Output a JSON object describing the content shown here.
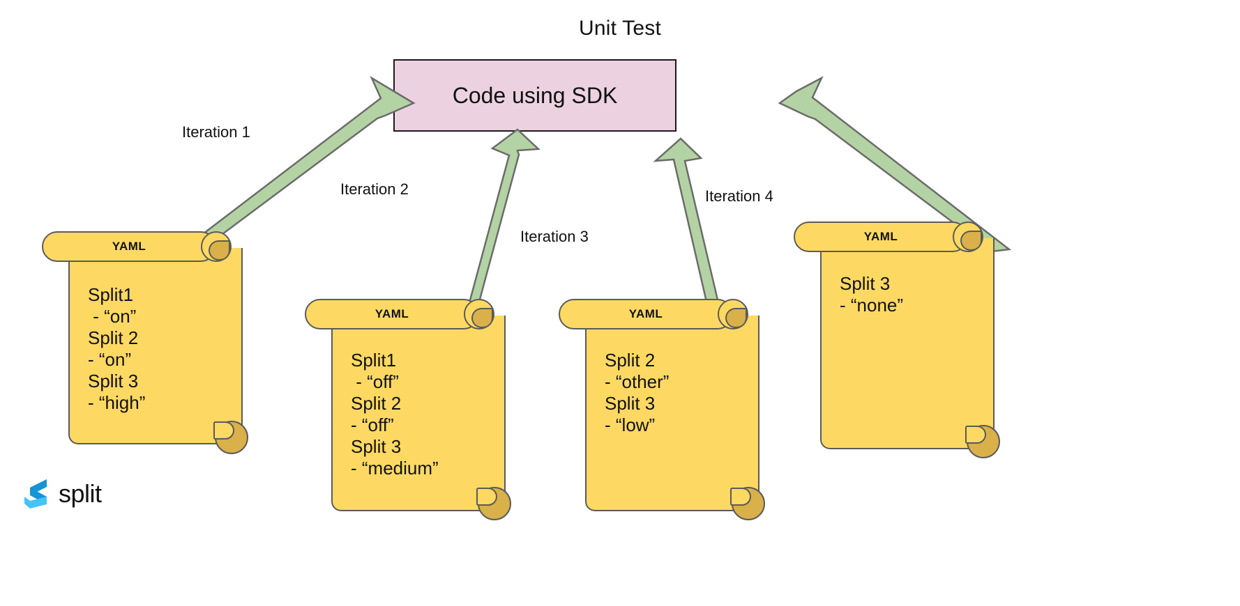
{
  "title": "Unit Test",
  "central_box": {
    "label": "Code using SDK",
    "fill": "#ecd2e0",
    "stroke": "#1a1a1a"
  },
  "arrow_color": "#b4d3a4",
  "arrow_stroke": "#6b6b6b",
  "arrows": [
    {
      "label": "Iteration 1"
    },
    {
      "label": "Iteration 2"
    },
    {
      "label": "Iteration 3"
    },
    {
      "label": "Iteration 4"
    }
  ],
  "scrolls": [
    {
      "header": "YAML",
      "lines": "Split1\n - “on”\nSplit 2\n- “on”\nSplit 3\n- “high”"
    },
    {
      "header": "YAML",
      "lines": "Split1\n - “off”\nSplit 2\n- “off”\nSplit 3\n- “medium”"
    },
    {
      "header": "YAML",
      "lines": "Split 2\n- “other”\nSplit 3\n- “low”"
    },
    {
      "header": "YAML",
      "lines": "Split 3\n- “none”"
    }
  ],
  "logo": {
    "word": "split",
    "color_dark": "#1594d8",
    "color_light": "#46c3f5",
    "word_color": "#121212"
  }
}
